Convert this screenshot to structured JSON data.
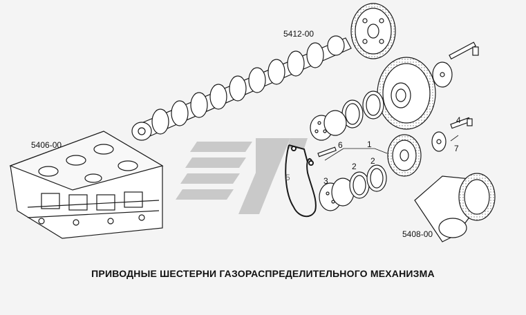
{
  "title": "ПРИВОДНЫЕ ШЕСТЕРНИ ГАЗОРАСПРЕДЕЛИТЕЛЬНОГО МЕХАНИЗМА",
  "part_labels": {
    "camshaft": "5412-00",
    "cylinder_block": "5406-00",
    "crankshaft": "5408-00",
    "gear_assembly": "1",
    "bushing_left": "2",
    "bushing_right": "2",
    "hub": "3",
    "bolt_upper": "4",
    "chain_tensioner": "5",
    "bolt_left": "6",
    "washer": "7"
  },
  "colors": {
    "line": "#1a1a1a",
    "watermark": "#c8c8c8",
    "background": "#f4f4f4"
  }
}
